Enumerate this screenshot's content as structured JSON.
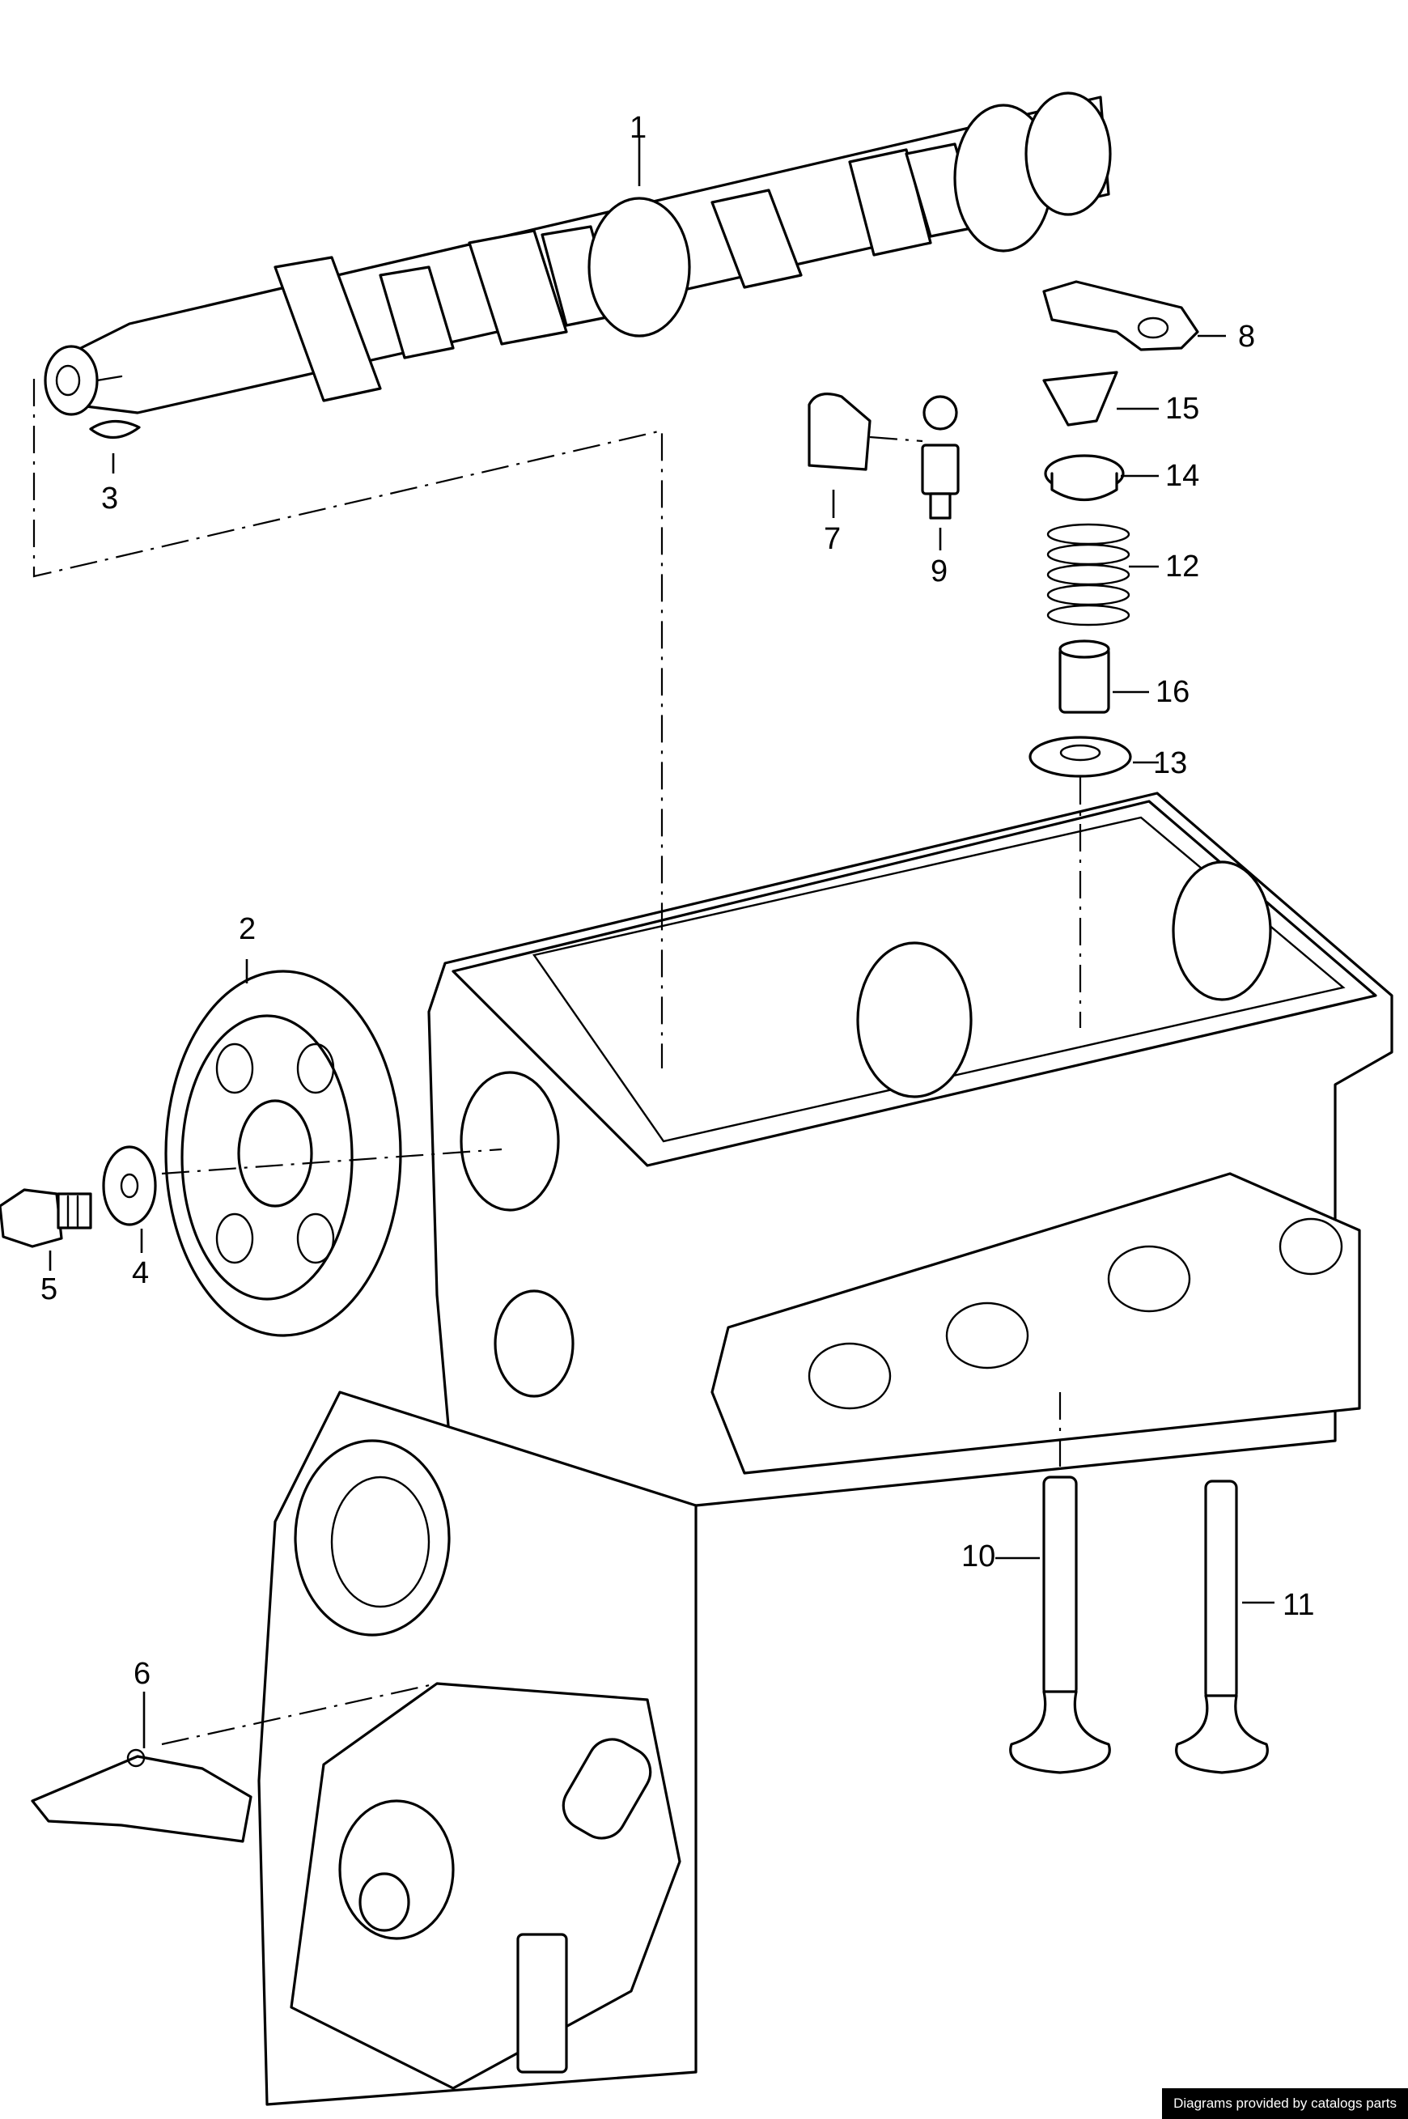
{
  "callouts": {
    "c1": "1",
    "c2": "2",
    "c3": "3",
    "c4": "4",
    "c5": "5",
    "c6": "6",
    "c7": "7",
    "c8": "8",
    "c9": "9",
    "c10": "10",
    "c11": "11",
    "c12": "12",
    "c13": "13",
    "c14": "14",
    "c15": "15",
    "c16": "16"
  },
  "footer": {
    "credit": "Diagrams provided by catalogs parts"
  },
  "colors": {
    "line": "#000000",
    "background": "#ffffff",
    "footer_bg": "#000000",
    "footer_text": "#ffffff"
  }
}
